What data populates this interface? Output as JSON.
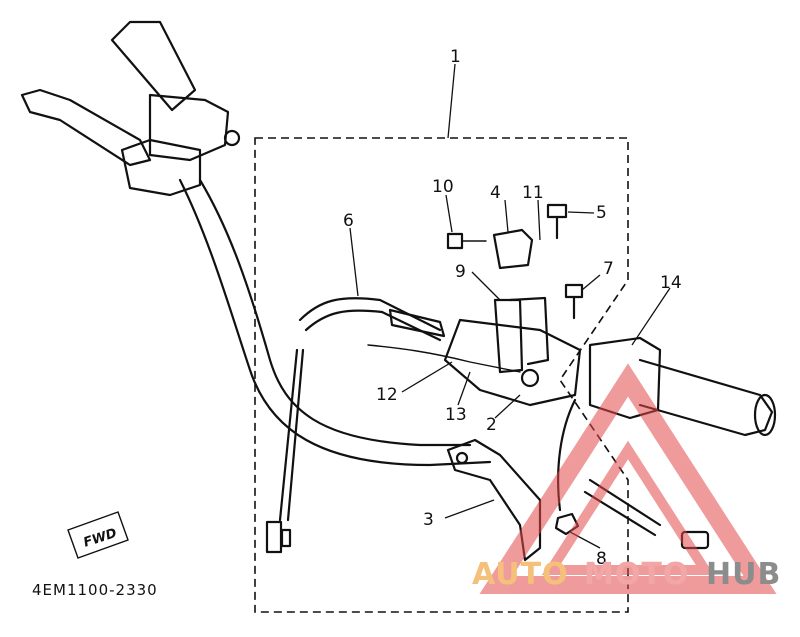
{
  "diagram": {
    "part_number": "4EM1100-2330",
    "direction_marker": "FWD",
    "callouts": [
      "1",
      "2",
      "3",
      "4",
      "5",
      "6",
      "7",
      "8",
      "9",
      "10",
      "11",
      "12",
      "13",
      "14"
    ]
  },
  "watermark": {
    "word_auto": "AUTO",
    "word_moto": "MOTO",
    "word_hub": "HUB",
    "color_auto": "#f4c07a",
    "color_moto": "#f2a7a7",
    "color_hub": "#8c8c8c",
    "triangle_color": "#e24a4a"
  }
}
